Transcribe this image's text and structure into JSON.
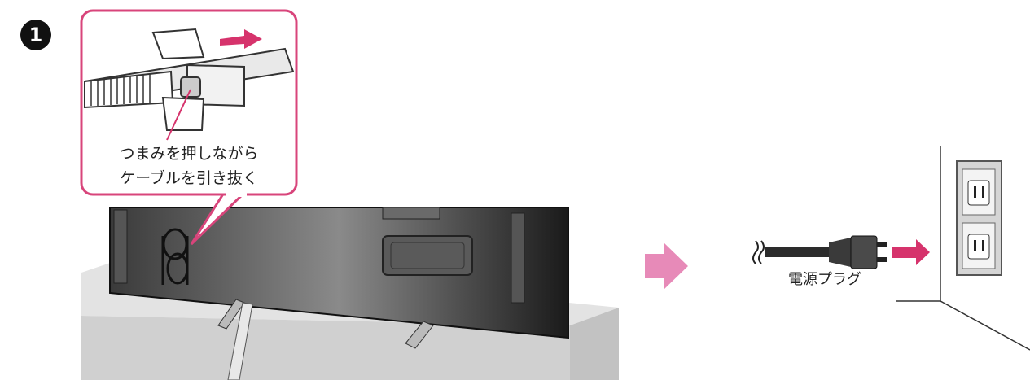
{
  "step": {
    "number": "1"
  },
  "callout": {
    "line1": "つまみを押しながら",
    "line2": "ケーブルを引き抜く"
  },
  "plug": {
    "label": "電源プラグ"
  },
  "colors": {
    "accent": "#d6336c",
    "arrow_pink": "#e8609b",
    "arrow_light": "#e78ab8",
    "callout_border": "#d8457b",
    "tv_dark": "#2a2a2a",
    "stand_gray": "#cfcfcf",
    "outlet_gray": "#9a9a9a"
  },
  "icons": [
    "step-badge",
    "cable-clip",
    "tv-back",
    "right-arrow",
    "power-plug",
    "wall-outlet"
  ]
}
